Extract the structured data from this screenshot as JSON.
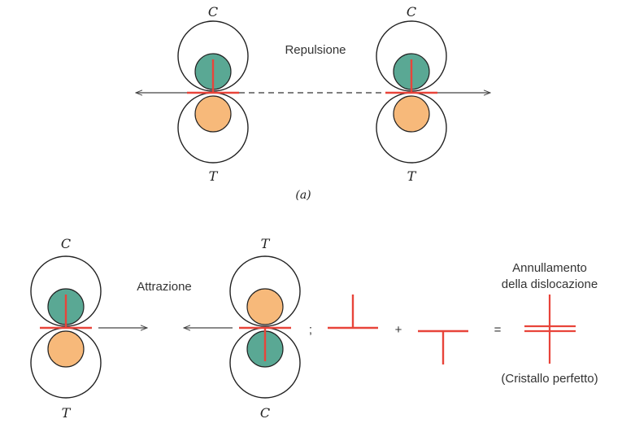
{
  "colors": {
    "compression_region": "#5aa894",
    "tension_region": "#f7b97a",
    "dislocation": "#e8443a",
    "outline": "#222222",
    "arrow": "#444444"
  },
  "labels": {
    "compression": "C",
    "tension": "T",
    "repulsion": "Repulsione",
    "attraction": "Attrazione",
    "panel_a": "(a)",
    "semicolon": ";",
    "plus": "+",
    "equals": "=",
    "annihilation_line1": "Annullamento",
    "annihilation_line2": "della dislocazione",
    "perfect_crystal": "(Cristallo perfetto)"
  }
}
